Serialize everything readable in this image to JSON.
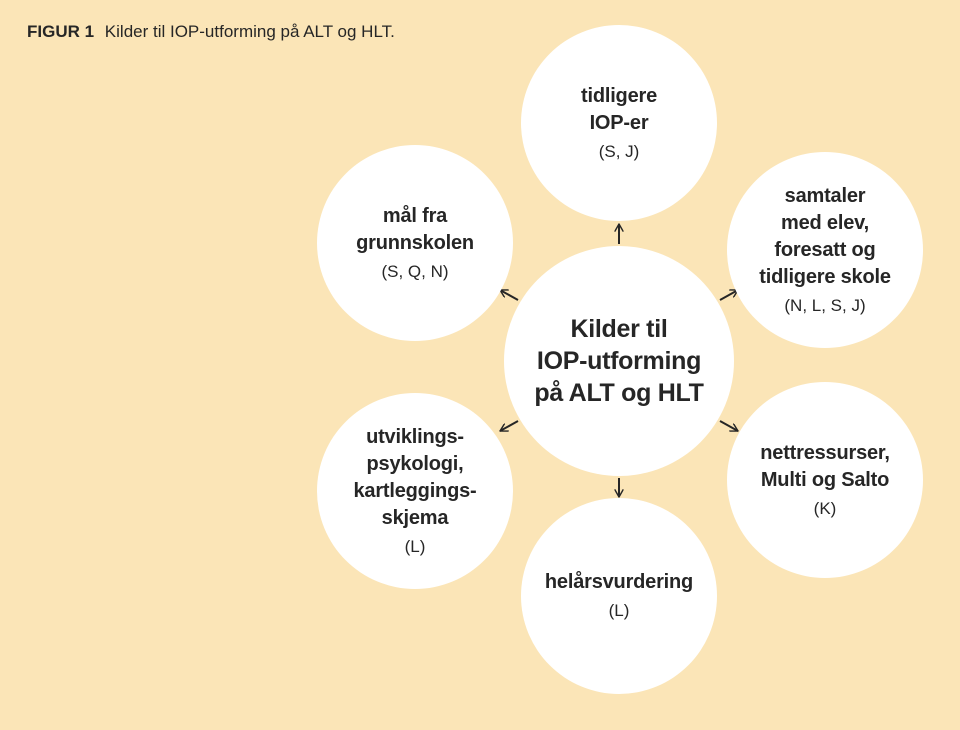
{
  "caption": {
    "label": "FIGUR 1",
    "text": "Kilder til IOP-utforming på ALT og HLT."
  },
  "center": {
    "title": "Kilder til\nIOP-utforming\npå ALT og HLT"
  },
  "nodes": {
    "top": {
      "title": "tidligere\nIOP-er",
      "sources": "(S, J)"
    },
    "top_left": {
      "title": "mål fra\ngrunnskolen",
      "sources": "(S, Q, N)"
    },
    "top_right": {
      "title": "samtaler\nmed elev,\nforesatt og\ntidligere skole",
      "sources": "(N, L, S, J)"
    },
    "bottom_left": {
      "title": "utviklings-\npsykologi,\nkartleggings-\nskjema",
      "sources": "(L)"
    },
    "bottom_right": {
      "title": "nettressurser,\nMulti og Salto",
      "sources": "(K)"
    },
    "bottom": {
      "title": "helårsvurdering",
      "sources": "(L)"
    }
  },
  "colors": {
    "background": "#fbe5b7",
    "circle": "#ffffff",
    "text": "#262626",
    "arrow": "#262626"
  }
}
